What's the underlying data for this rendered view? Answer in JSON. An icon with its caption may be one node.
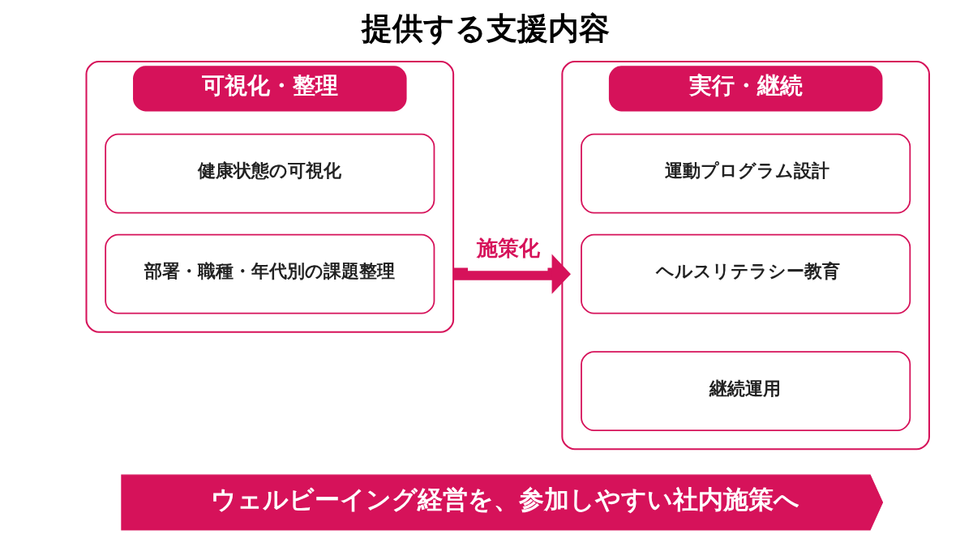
{
  "diagram": {
    "title": "提供する支援内容",
    "nodes": [
      {
        "text": [
          "可視化・整理"
        ]
      },
      {
        "text": [
          "健康状態の可視化"
        ],
        "in": 0
      },
      {
        "text": [
          "部署・職種・年代別の課題整理"
        ],
        "in": 0
      },
      {
        "text": [
          "実行・継続"
        ]
      },
      {
        "text": [
          "運動プログラム設計"
        ],
        "in": 3
      },
      {
        "text": [
          "ヘルスリテラシー教育"
        ],
        "in": 3
      },
      {
        "text": [
          "継続運用"
        ],
        "in": 3
      },
      {
        "text": [
          "ウェルビーイング経営を、参加しやすい社内施策へ"
        ]
      }
    ],
    "edges": [
      {
        "from": 0,
        "to": 3,
        "arrow": "to",
        "label": "施策化"
      }
    ]
  }
}
